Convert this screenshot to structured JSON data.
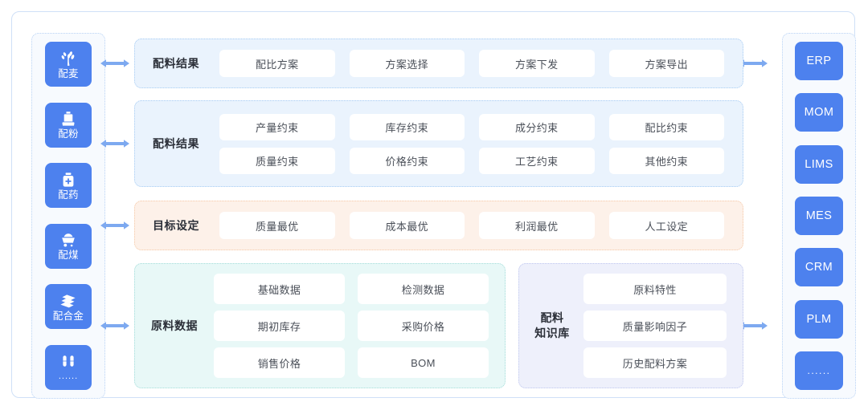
{
  "left_rail": {
    "items": [
      {
        "label": "配麦",
        "icon": "wheat-icon"
      },
      {
        "label": "配粉",
        "icon": "flour-bag-icon"
      },
      {
        "label": "配药",
        "icon": "medicine-bottle-icon"
      },
      {
        "label": "配煤",
        "icon": "coal-cart-icon"
      },
      {
        "label": "配合金",
        "icon": "metal-ingot-icon"
      },
      {
        "label": "......",
        "icon": "grid-petals-icon"
      }
    ]
  },
  "right_rail": {
    "items": [
      {
        "label": "ERP"
      },
      {
        "label": "MOM"
      },
      {
        "label": "LIMS"
      },
      {
        "label": "MES"
      },
      {
        "label": "CRM"
      },
      {
        "label": "PLM"
      },
      {
        "label": "......"
      }
    ]
  },
  "panels": {
    "results": {
      "title": "配料结果",
      "rows": [
        [
          "配比方案",
          "方案选择",
          "方案下发",
          "方案导出"
        ]
      ]
    },
    "constraints": {
      "title": "配料结果",
      "rows": [
        [
          "产量约束",
          "库存约束",
          "成分约束",
          "配比约束"
        ],
        [
          "质量约束",
          "价格约束",
          "工艺约束",
          "其他约束"
        ]
      ]
    },
    "target": {
      "title": "目标设定",
      "rows": [
        [
          "质量最优",
          "成本最优",
          "利润最优",
          "人工设定"
        ]
      ]
    },
    "material": {
      "title": "原料数据",
      "rows": [
        [
          "基础数据",
          "检测数据"
        ],
        [
          "期初库存",
          "采购价格"
        ],
        [
          "销售价格",
          "BOM"
        ]
      ]
    },
    "knowledge": {
      "title_line1": "配料",
      "title_line2": "知识库",
      "rows": [
        [
          "原料特性"
        ],
        [
          "质量影响因子"
        ],
        [
          "历史配料方案"
        ]
      ]
    }
  },
  "colors": {
    "primary_blue": "#4d81ee",
    "arrow_blue": "#7da9f0",
    "panel_blue_bg": "#eaf3fd",
    "panel_blue_border": "#a8cdf4",
    "panel_orange_bg": "#fdf1e9",
    "panel_orange_border": "#f6c9a8",
    "panel_mint_bg": "#e8f8f7",
    "panel_mint_border": "#a4ddda",
    "panel_lavender_bg": "#eef0fb",
    "panel_lavender_border": "#bec6ef",
    "card_bg": "#ffffff",
    "frame_border": "#cfe0f7"
  }
}
